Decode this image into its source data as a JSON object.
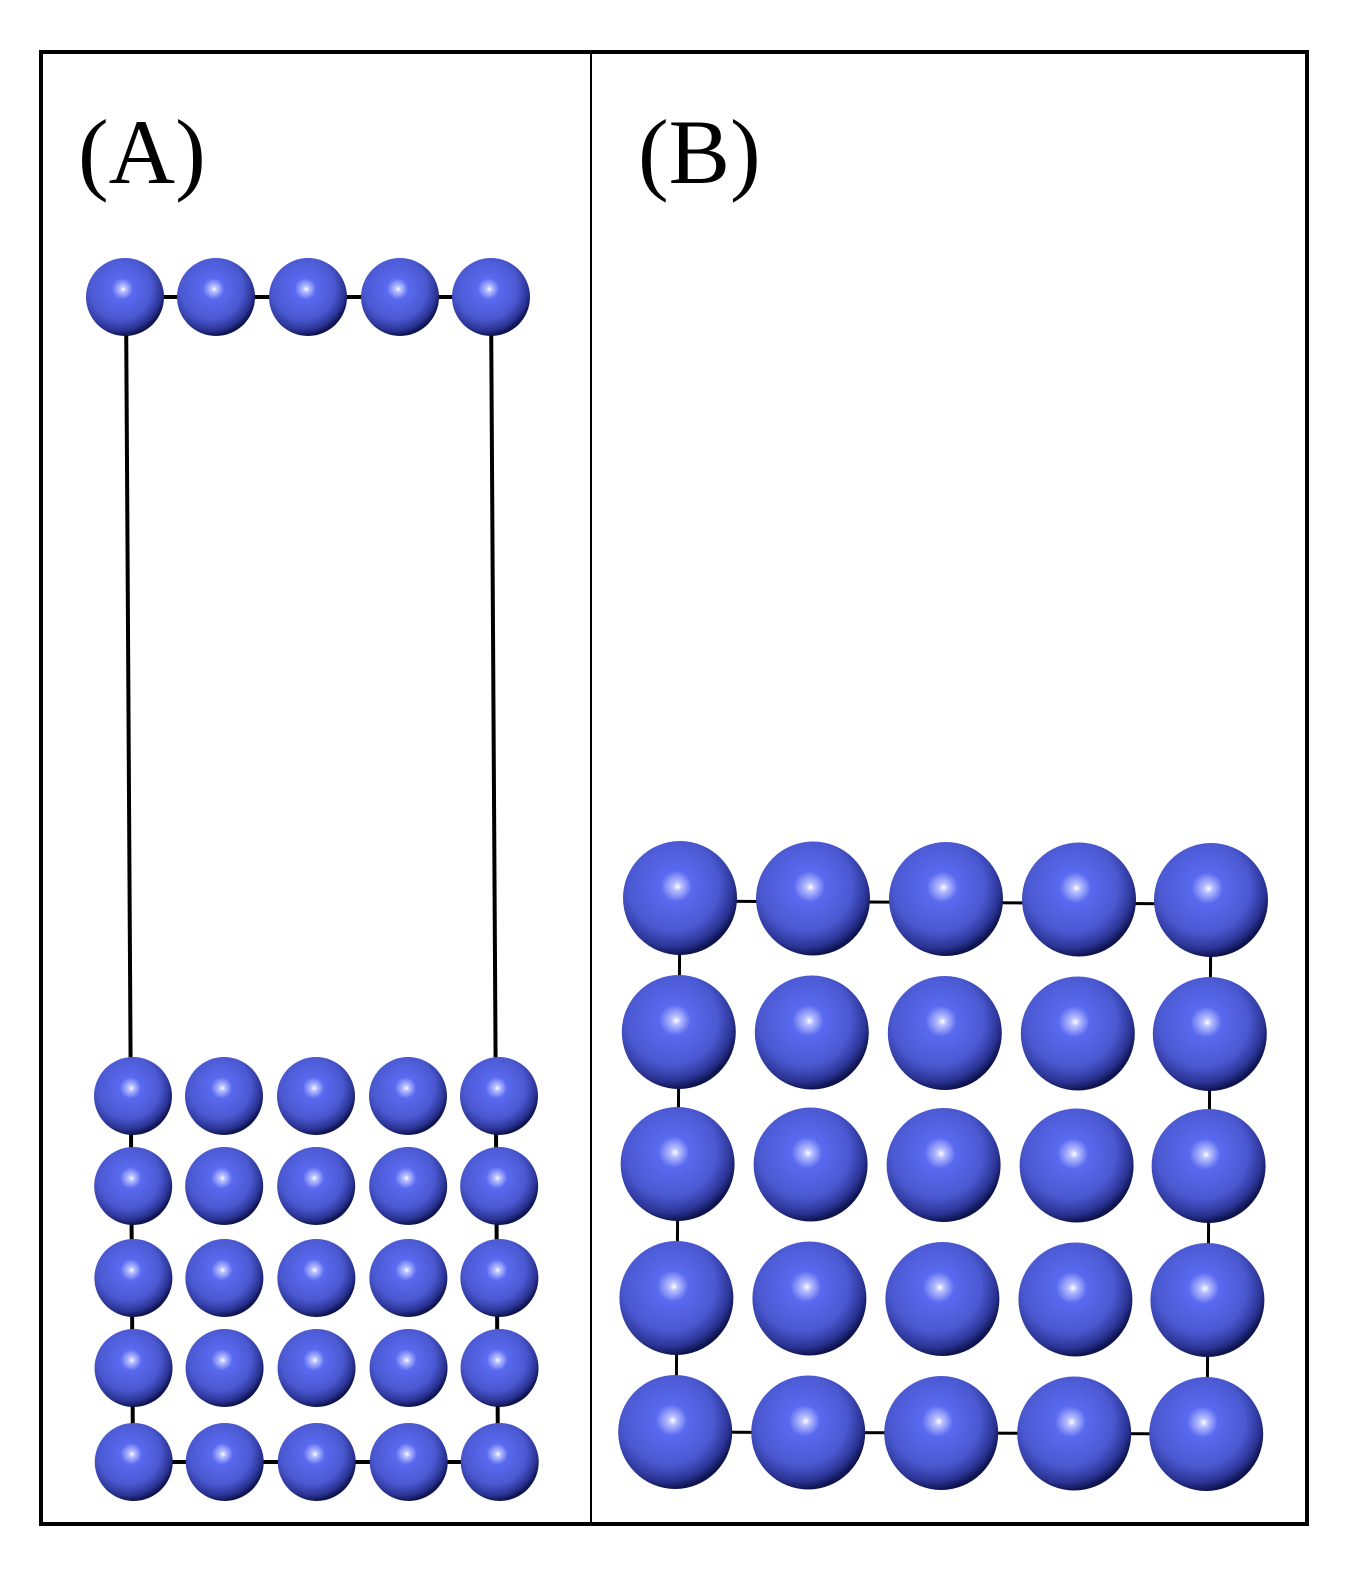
{
  "panels": [
    {
      "id": "A",
      "label": "(A)",
      "view": "side",
      "adatom_rows": 1,
      "slab_rows": 5,
      "columns": 5,
      "unit_cell_outline": true
    },
    {
      "id": "B",
      "label": "(B)",
      "view": "top",
      "rows": 5,
      "columns": 5,
      "unit_cell_outline": true
    }
  ],
  "colors": {
    "atom": "#4a5bd6",
    "atom_highlight": "#ffffff",
    "atom_shadow": "#0e1450",
    "outline": "#000000",
    "background": "#ffffff"
  }
}
